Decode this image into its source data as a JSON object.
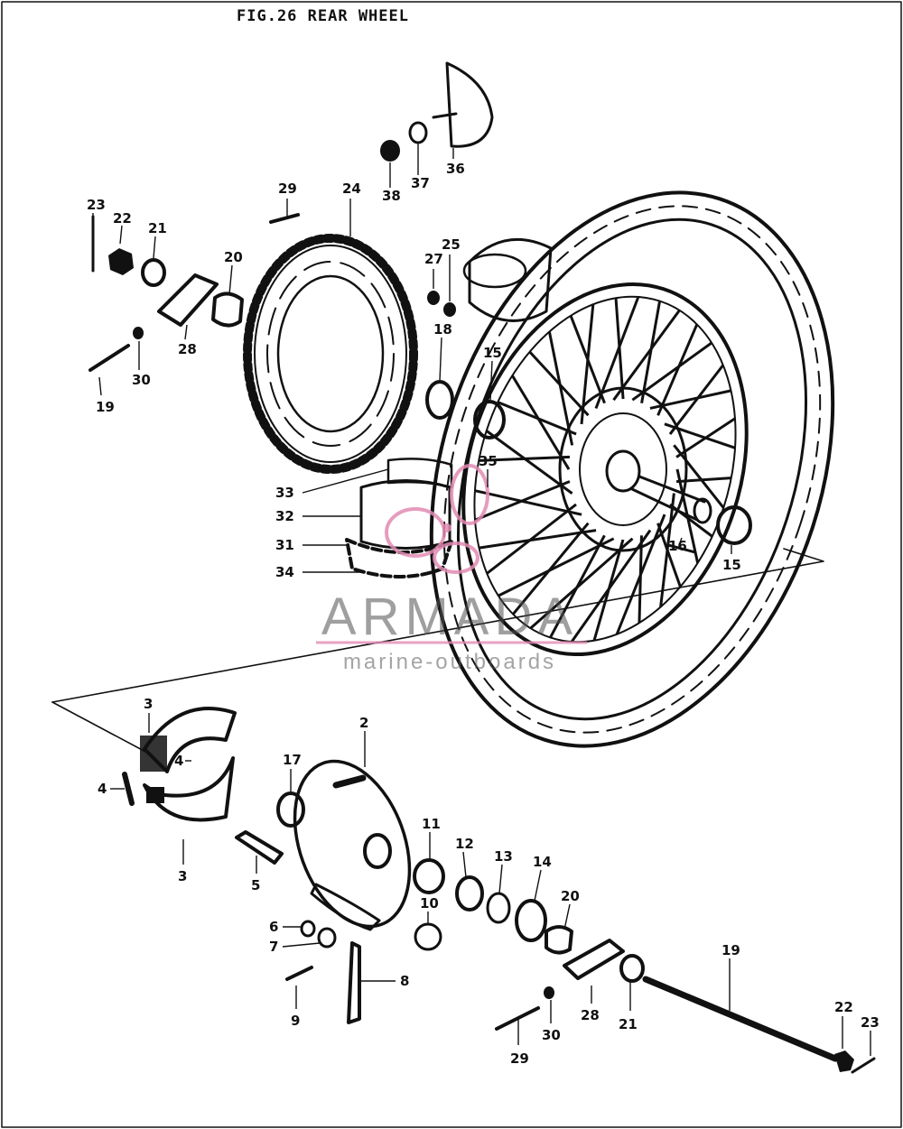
{
  "title": "FIG.26  REAR WHEEL",
  "watermark": {
    "brand": "ARMADA",
    "tagline": "marine-outboards",
    "logo_color": "#e28bb3",
    "text_color": "#5a5a5a"
  },
  "part_labels": [
    "23",
    "22",
    "21",
    "20",
    "28",
    "30",
    "19",
    "29",
    "24",
    "25",
    "27",
    "18",
    "15",
    "36",
    "37",
    "38",
    "33",
    "32",
    "31",
    "34",
    "35",
    "16",
    "3",
    "4",
    "2",
    "17",
    "5",
    "6",
    "7",
    "8",
    "9",
    "11",
    "10",
    "12",
    "13",
    "14"
  ],
  "ink_color": "#111111"
}
